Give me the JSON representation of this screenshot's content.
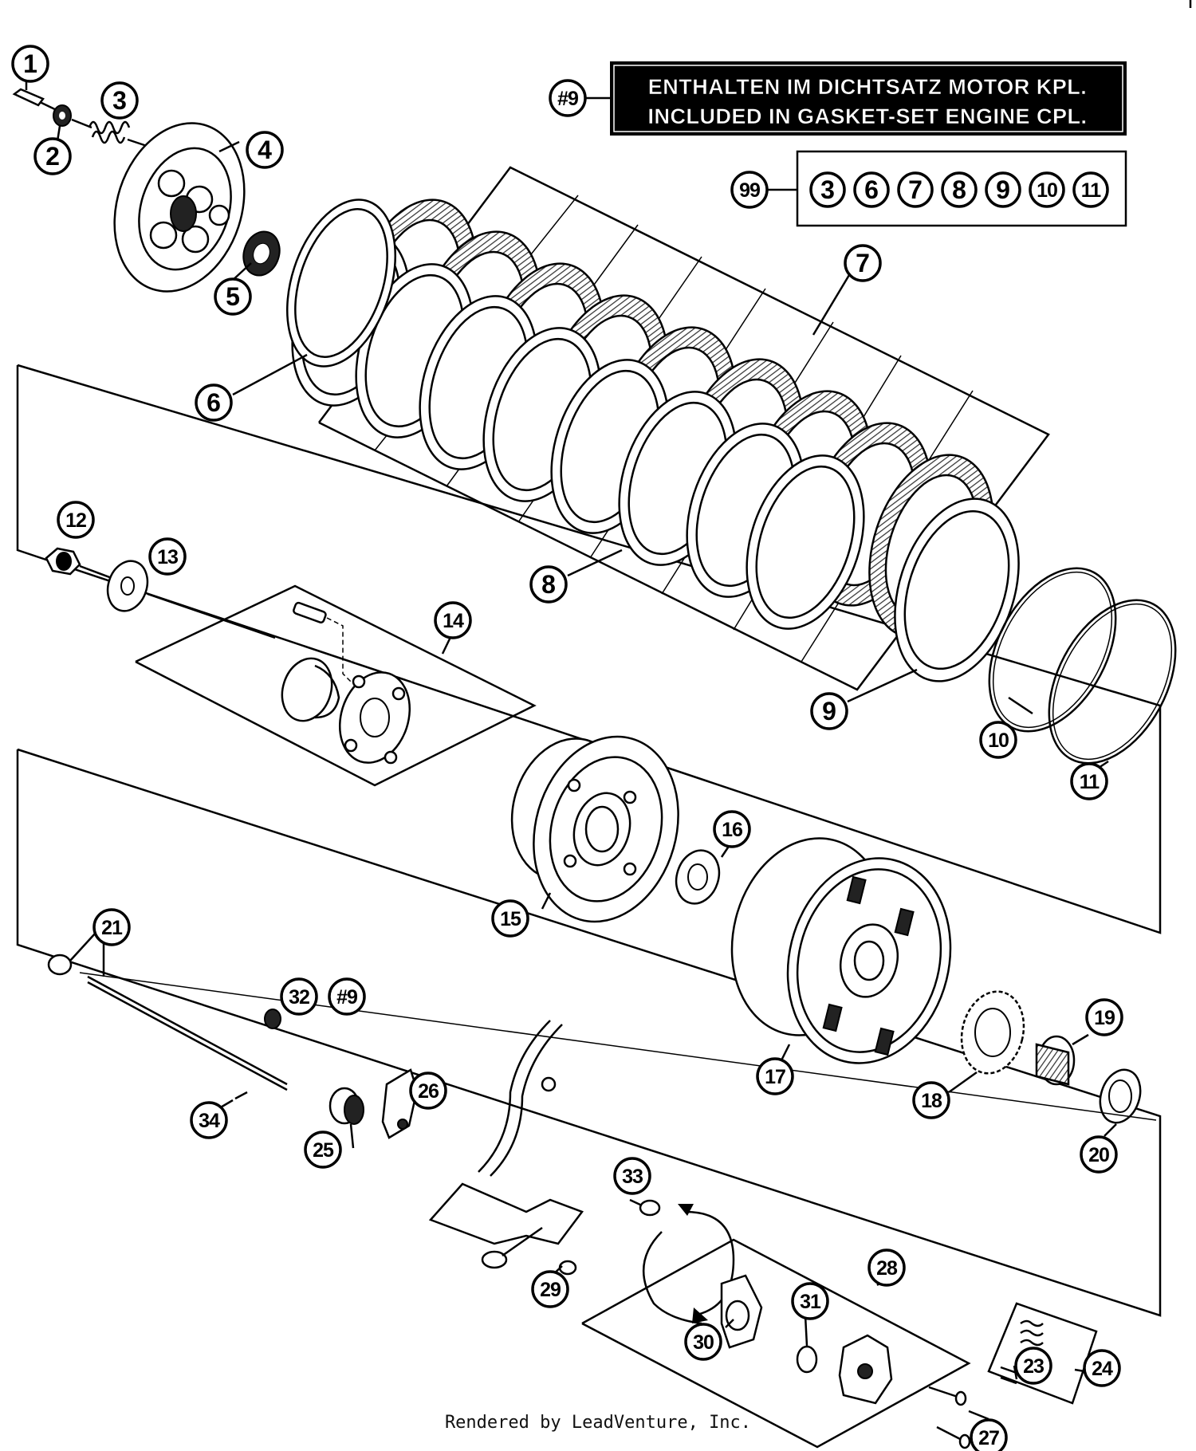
{
  "note": {
    "ref": "#9",
    "line1": "ENTHALTEN IM DICHTSATZ MOTOR KPL.",
    "line2": "INCLUDED IN GASKET-SET ENGINE CPL."
  },
  "kit": {
    "ref": "99",
    "contents": [
      "3",
      "6",
      "7",
      "8",
      "9",
      "10",
      "11"
    ]
  },
  "callouts": {
    "c1": "1",
    "c2": "2",
    "c3": "3",
    "c4": "4",
    "c5": "5",
    "c6": "6",
    "c7": "7",
    "c8": "8",
    "c9": "9",
    "c10": "10",
    "c11": "11",
    "c12": "12",
    "c13": "13",
    "c14": "14",
    "c15": "15",
    "c16": "16",
    "c17": "17",
    "c18": "18",
    "c19": "19",
    "c20": "20",
    "c21": "21",
    "c23": "23",
    "c24": "24",
    "c25": "25",
    "c26": "26",
    "c27": "27",
    "c28": "28",
    "c29": "29",
    "c30": "30",
    "c31": "31",
    "c32": "32",
    "c32ref": "#9",
    "c33": "33",
    "c34": "34"
  },
  "footer": "Rendered by LeadVenture, Inc."
}
